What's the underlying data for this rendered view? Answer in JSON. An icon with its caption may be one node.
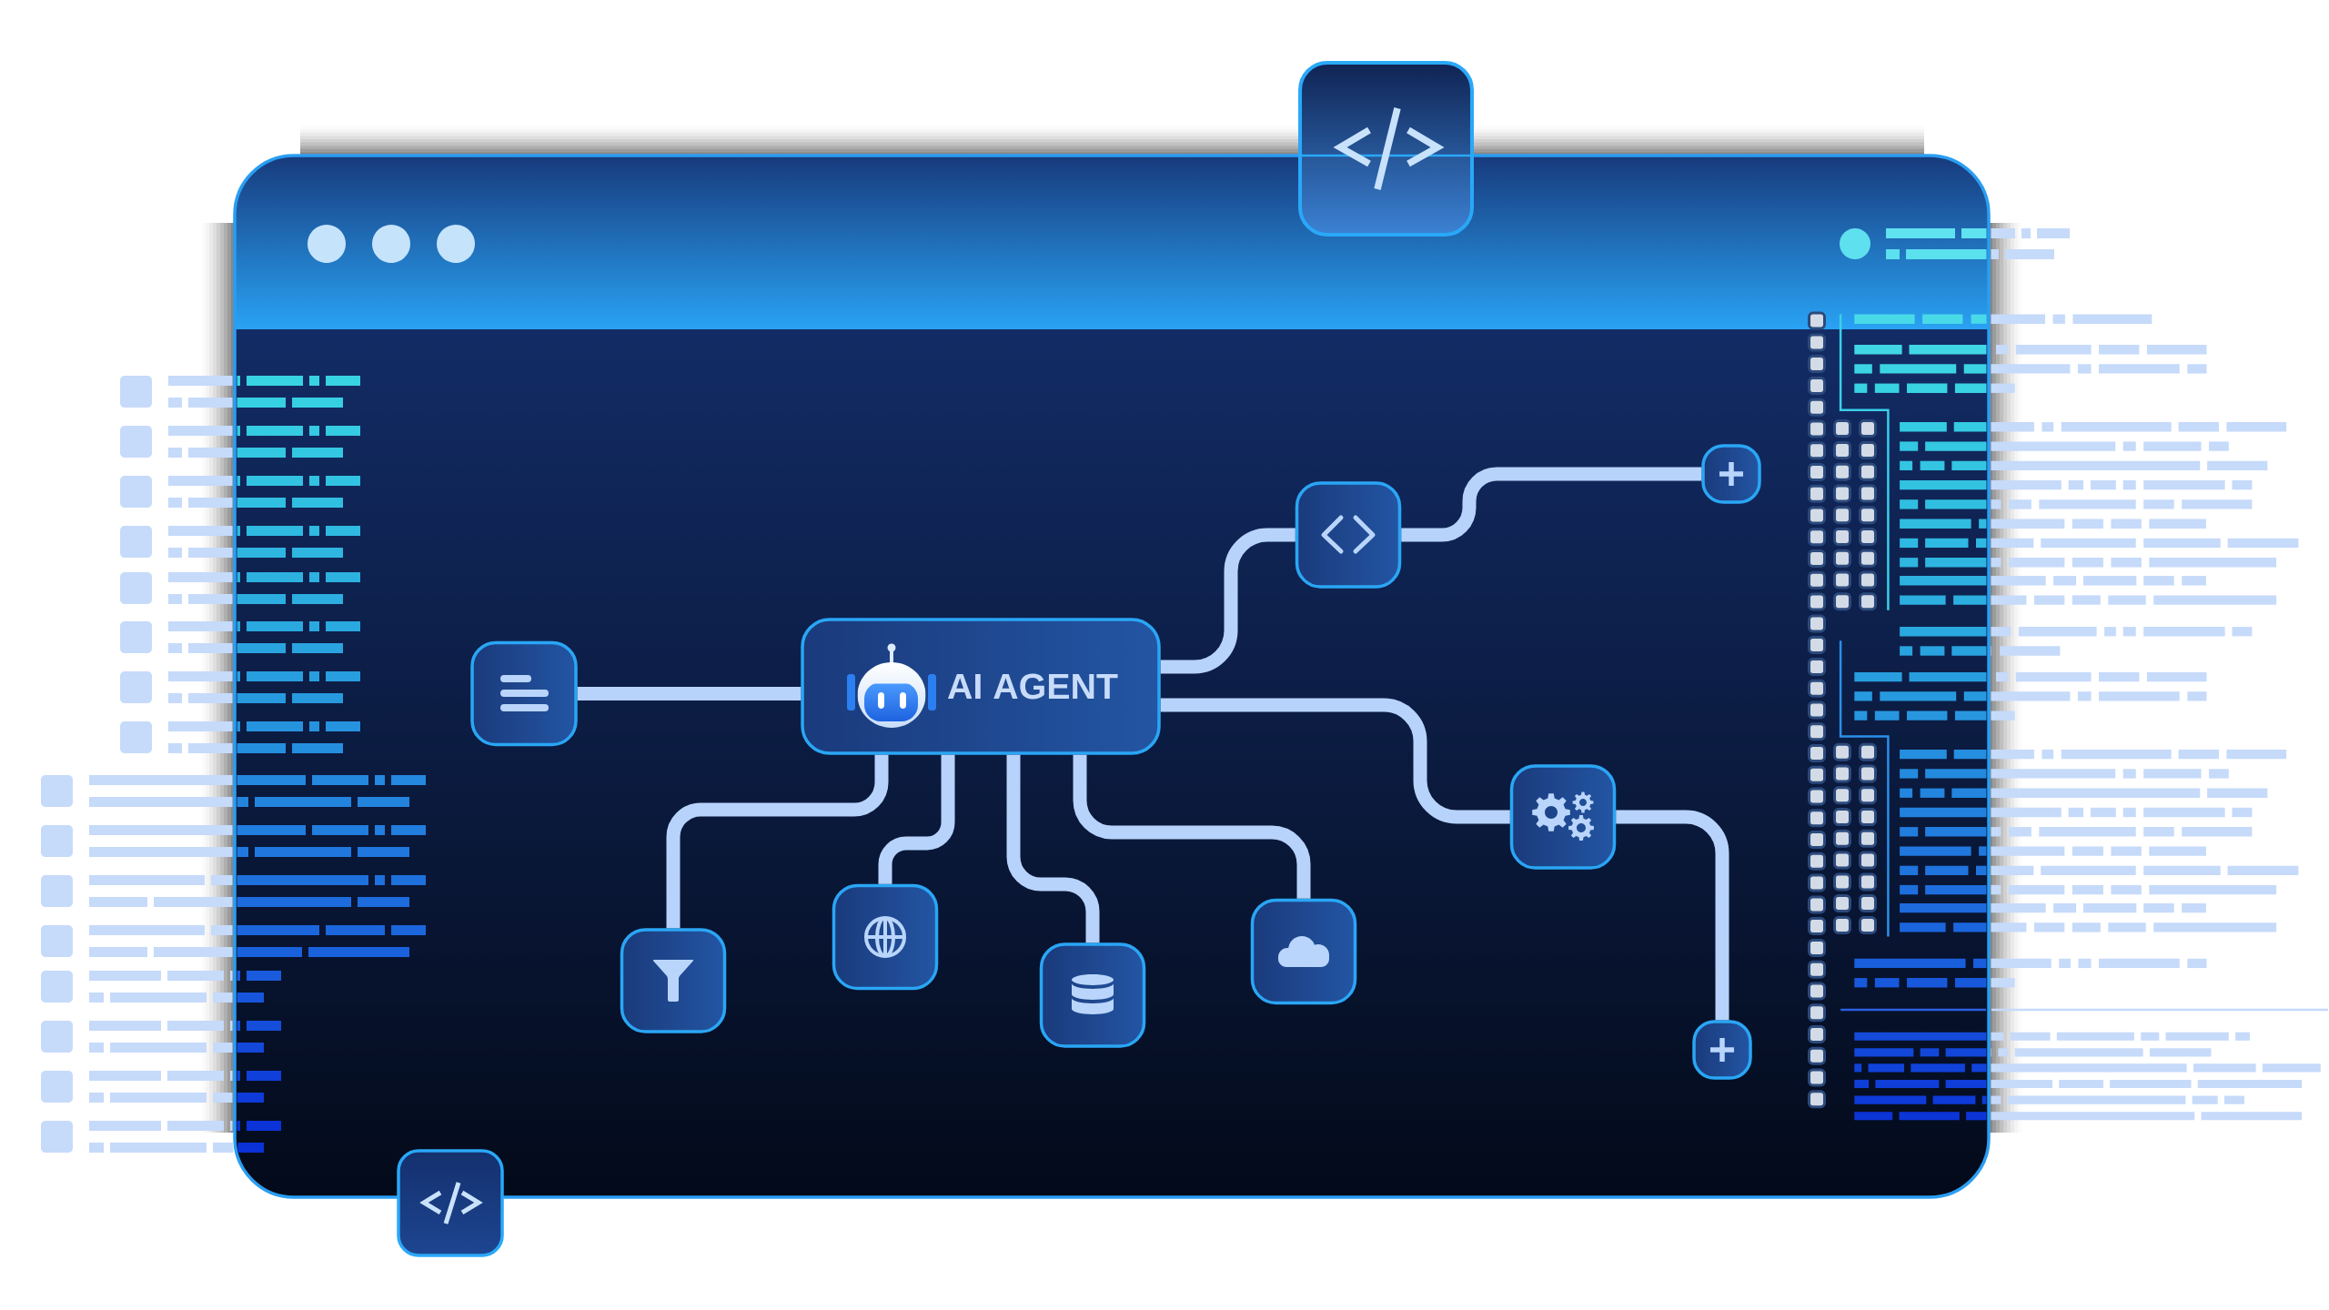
{
  "diagram": {
    "nodes": [
      {
        "text": [
          "AI AGENT"
        ]
      },
      {
        "text": [],
        "shape": "box"
      },
      {
        "text": [],
        "shape": "box"
      },
      {
        "text": [],
        "shape": "box"
      },
      {
        "text": [],
        "shape": "box"
      },
      {
        "text": [],
        "shape": "box"
      },
      {
        "text": [],
        "shape": "box"
      },
      {
        "text": [],
        "shape": "box"
      },
      {
        "text": [],
        "shape": "box"
      },
      {
        "text": [],
        "shape": "box"
      }
    ],
    "edges": [
      {
        "from": 1,
        "to": 0,
        "arrow": "none"
      },
      {
        "from": 0,
        "to": 2,
        "arrow": "none"
      },
      {
        "from": 2,
        "to": 3,
        "arrow": "none"
      },
      {
        "from": 0,
        "to": 4,
        "arrow": "none"
      },
      {
        "from": 4,
        "to": 5,
        "arrow": "none"
      },
      {
        "from": 0,
        "to": 6,
        "arrow": "none"
      },
      {
        "from": 0,
        "to": 7,
        "arrow": "none"
      },
      {
        "from": 0,
        "to": 8,
        "arrow": "none"
      },
      {
        "from": 0,
        "to": 9,
        "arrow": "none"
      }
    ]
  }
}
